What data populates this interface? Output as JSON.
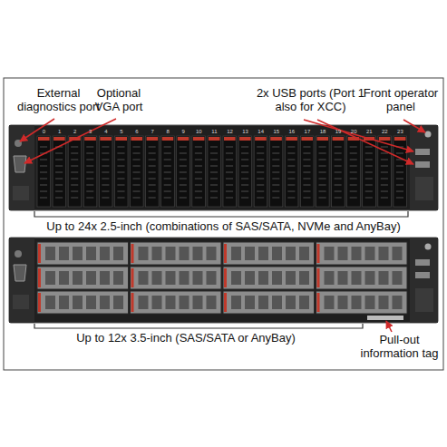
{
  "diagram": {
    "labels": [
      "External diagnostics port",
      "Optional VGA port",
      "2x USB ports (Port 1 also for XCC)",
      "Front operator panel",
      "Up to 24x 2.5-inch (combinations of SAS/SATA, NVMe and AnyBay)",
      "Up to 12x 3.5-inch (SAS/SATA or AnyBay)",
      "Pull-out information tag",
      "0",
      "1",
      "2",
      "3",
      "4",
      "5",
      "6",
      "7",
      "8",
      "9",
      "10",
      "11",
      "12",
      "13",
      "14",
      "15",
      "16",
      "17",
      "18",
      "19",
      "20",
      "21",
      "22",
      "23"
    ]
  }
}
